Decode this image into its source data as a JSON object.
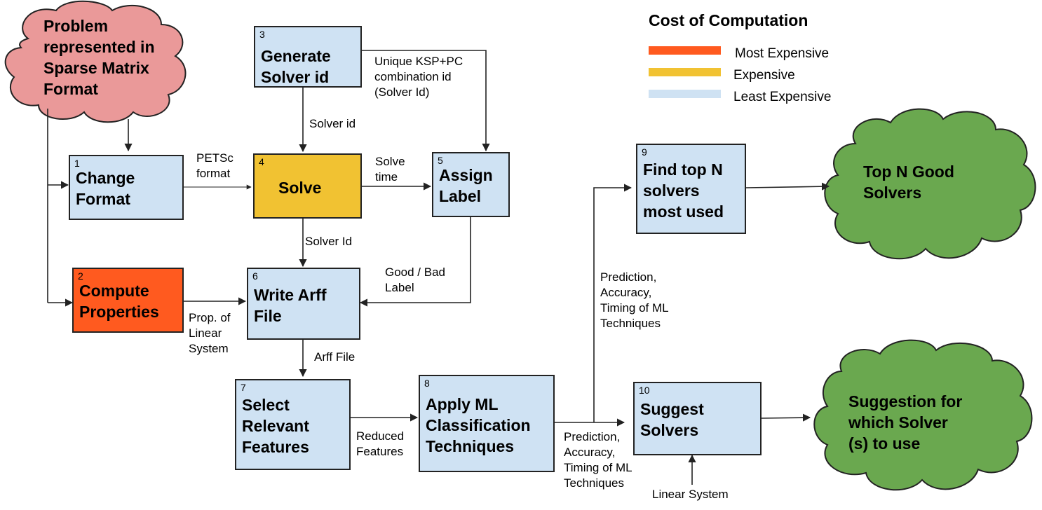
{
  "legend": {
    "title": "Cost of Computation",
    "items": [
      {
        "label": "Most Expensive",
        "color": "#ff5a1f"
      },
      {
        "label": "Expensive",
        "color": "#f1c232"
      },
      {
        "label": "Least Expensive",
        "color": "#cfe2f3"
      }
    ]
  },
  "clouds": {
    "problem": [
      "Problem",
      "represented in",
      "Sparse Matrix",
      "Format"
    ],
    "top_n": [
      "Top N Good",
      "Solvers"
    ],
    "suggestion": [
      "Suggestion for",
      "which Solver",
      "(s) to use"
    ]
  },
  "boxes": {
    "b1": {
      "num": "1",
      "title": [
        "Change",
        "Format"
      ]
    },
    "b2": {
      "num": "2",
      "title": [
        "Compute",
        "Properties"
      ]
    },
    "b3": {
      "num": "3",
      "title": [
        "Generate",
        "Solver id"
      ]
    },
    "b4": {
      "num": "4",
      "title": [
        "Solve"
      ]
    },
    "b5": {
      "num": "5",
      "title": [
        "Assign",
        "Label"
      ]
    },
    "b6": {
      "num": "6",
      "title": [
        "Write Arff",
        "File"
      ]
    },
    "b7": {
      "num": "7",
      "title": [
        "Select",
        "Relevant",
        "Features"
      ]
    },
    "b8": {
      "num": "8",
      "title": [
        "Apply ML",
        "Classification",
        "Techniques"
      ]
    },
    "b9": {
      "num": "9",
      "title": [
        "Find top N",
        "solvers",
        "most used"
      ]
    },
    "b10": {
      "num": "10",
      "title": [
        "Suggest",
        "Solvers"
      ]
    }
  },
  "edge_labels": {
    "unique_id": [
      "Unique KSP+PC",
      "combination id",
      "(Solver Id)"
    ],
    "solver_id_lower": [
      "Solver id"
    ],
    "petsc": [
      "PETSc",
      "format"
    ],
    "solve_time": [
      "Solve",
      "time"
    ],
    "solver_id_upper": [
      "Solver Id"
    ],
    "good_bad": [
      "Good / Bad",
      "Label"
    ],
    "prop_linear": [
      "Prop. of",
      "Linear",
      "System"
    ],
    "arff_file": [
      "Arff File"
    ],
    "reduced": [
      "Reduced",
      "Features"
    ],
    "pred_upper": [
      "Prediction,",
      "Accuracy,",
      "Timing of ML",
      "Techniques"
    ],
    "pred_lower": [
      "Prediction,",
      "Accuracy,",
      "Timing of ML",
      "Techniques"
    ],
    "linear_system": [
      "Linear System"
    ]
  },
  "colors": {
    "cloud_pink": "#ea9999",
    "cloud_green": "#6aa84f",
    "box_blue": "#cfe2f3",
    "box_yellow": "#f1c232",
    "box_orange": "#ff5a1f"
  }
}
